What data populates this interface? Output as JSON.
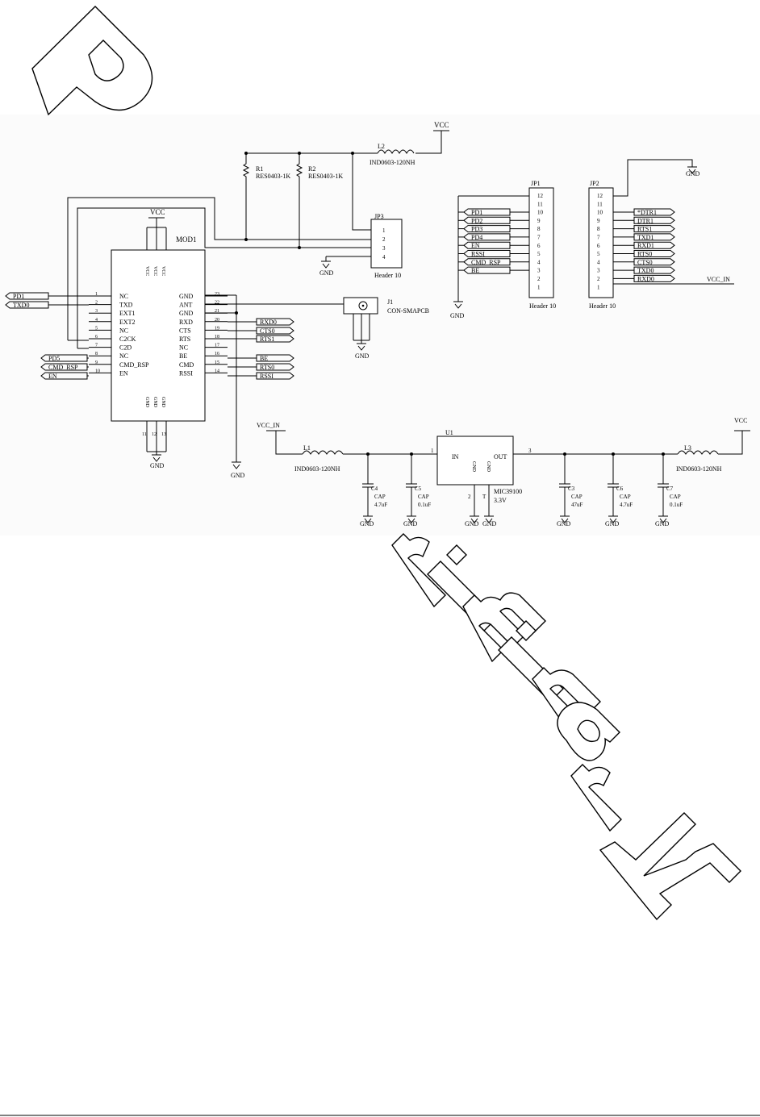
{
  "watermark": {
    "text": "Preliminary"
  },
  "schematic": {
    "supply": {
      "vcc_top": "VCC",
      "vcc_mod": "VCC",
      "vcc_in_left": "VCC_IN",
      "vcc_out_right": "VCC",
      "vcc_in_jp2": "VCC_IN"
    },
    "gnd": "GND",
    "module": {
      "ref": "MOD1",
      "power_pins": [
        "VCC",
        "VCC",
        "VCC"
      ],
      "left_pins": [
        {
          "num": "1",
          "name": "NC"
        },
        {
          "num": "2",
          "name": "TXD"
        },
        {
          "num": "3",
          "name": "EXT1"
        },
        {
          "num": "4",
          "name": "EXT2"
        },
        {
          "num": "5",
          "name": "NC"
        },
        {
          "num": "6",
          "name": "C2CK"
        },
        {
          "num": "7",
          "name": "C2D"
        },
        {
          "num": "8",
          "name": "NC"
        },
        {
          "num": "9",
          "name": "CMD_RSP"
        },
        {
          "num": "10",
          "name": "EN"
        }
      ],
      "right_pins": [
        {
          "num": "23",
          "name": "GND"
        },
        {
          "num": "22",
          "name": "ANT"
        },
        {
          "num": "21",
          "name": "GND"
        },
        {
          "num": "20",
          "name": "RXD"
        },
        {
          "num": "19",
          "name": "CTS"
        },
        {
          "num": "18",
          "name": "RTS"
        },
        {
          "num": "17",
          "name": "NC"
        },
        {
          "num": "16",
          "name": "BE"
        },
        {
          "num": "15",
          "name": "CMD"
        },
        {
          "num": "14",
          "name": "RSSI"
        }
      ],
      "bottom_pins": [
        "GND",
        "GND",
        "GND"
      ],
      "bottom_nums": [
        "11",
        "12",
        "13"
      ]
    },
    "left_ports": [
      "PD1",
      "TXD0"
    ],
    "left_ports_lower": [
      "PD5",
      "CMD_RSP",
      "EN"
    ],
    "right_ports": [
      "RXD0",
      "CTS0",
      "RTS1",
      "BE",
      "RTS0",
      "RSSI"
    ],
    "r1": {
      "ref": "R1",
      "value": "RES0403-1K"
    },
    "r2": {
      "ref": "R2",
      "value": "RES0403-1K"
    },
    "l2": {
      "ref": "L2",
      "value": "IND0603-120NH"
    },
    "jp3": {
      "ref": "JP3",
      "pins": [
        "1",
        "2",
        "3",
        "4"
      ],
      "name": "Header 10"
    },
    "j1": {
      "ref": "J1",
      "name": "CON-SMAPCB"
    },
    "jp1": {
      "ref": "JP1",
      "name": "Header 10",
      "pins": [
        "12",
        "11",
        "10",
        "9",
        "8",
        "7",
        "6",
        "5",
        "4",
        "3",
        "2",
        "1"
      ],
      "labels": [
        "PD1",
        "PD2",
        "PD3",
        "PD4",
        "EN",
        "RSSI",
        "CMD_RSP",
        "BE"
      ]
    },
    "jp2": {
      "ref": "JP2",
      "name": "Header 10",
      "pins": [
        "12",
        "11",
        "10",
        "9",
        "8",
        "7",
        "6",
        "5",
        "4",
        "3",
        "2",
        "1"
      ],
      "labels": [
        "*DTR1",
        "DTR1",
        "RTS1",
        "TXD1",
        "RXD1",
        "RTS0",
        "CTS0",
        "TXD0",
        "RXD0"
      ]
    },
    "regulator": {
      "ref": "U1",
      "in": "IN",
      "out": "OUT",
      "gnd1": "GND",
      "gnd2": "GND",
      "part": "MIC39100",
      "voltage": "3.3V",
      "pin_in": "1",
      "pin_out": "3",
      "pin_g1": "2",
      "pin_g2": "T"
    },
    "l1": {
      "ref": "L1",
      "value": "IND0603-120NH"
    },
    "l3": {
      "ref": "L3",
      "value": "IND0603-120NH"
    },
    "caps": [
      {
        "ref": "C4",
        "type": "CAP",
        "value": "4.7uF"
      },
      {
        "ref": "C5",
        "type": "CAP",
        "value": "0.1uF"
      },
      {
        "ref": "C3",
        "type": "CAP",
        "value": "47uF"
      },
      {
        "ref": "C6",
        "type": "CAP",
        "value": "4.7uF"
      },
      {
        "ref": "C7",
        "type": "CAP",
        "value": "0.1uF"
      }
    ]
  }
}
